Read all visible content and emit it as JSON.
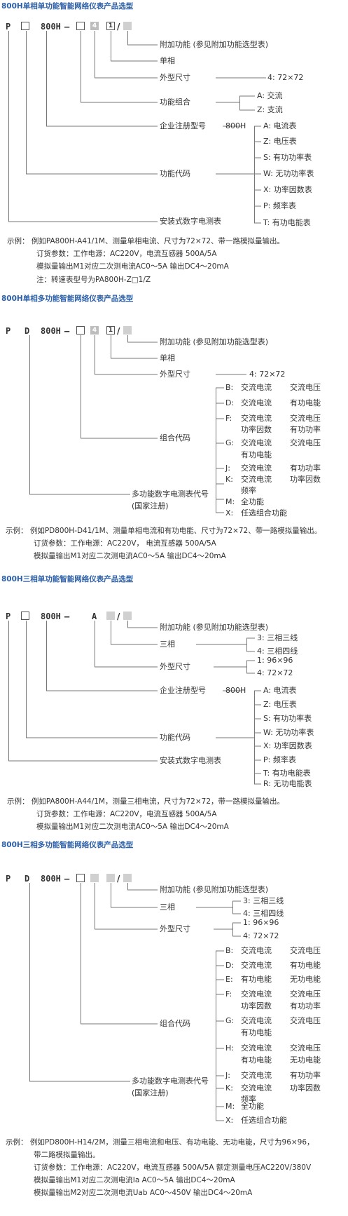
{
  "s1": {
    "title": "800H单相单功能智能网络仪表产品选型",
    "p": "P",
    "model": "800H",
    "dash": "—",
    "box3": "4",
    "box4": "1",
    "slash": "/",
    "labels": {
      "additional": "附加功能 (参见附加功能选型表)",
      "phase": "单相",
      "size": "外型尺寸",
      "func_combo": "功能组合",
      "reg_model": "企业注册型号",
      "reg_value": "800H",
      "func_code": "功能代码",
      "install": "安装式数字电测表"
    },
    "size_value": "4: 72×72",
    "combo_options": [
      "A: 交流",
      "Z: 支流"
    ],
    "code_options": [
      "A: 电流表",
      "Z: 电压表",
      "S: 有功功率表",
      "W: 无功功率表",
      "X: 功率因数表",
      "P: 频率表",
      "T: 有功电能表"
    ],
    "example": [
      "示例： 例如PA800H-A41/1M、测量单相电流、尺寸为72×72、带一路模拟量输出。",
      "订货参数：工作电源：AC220V，电流互感器  500A/5A",
      "模拟量输出M1对应二次测电流AC0～5A 输出DC4～20mA",
      "注：转速表型号为PA800H-Z□1/Z"
    ]
  },
  "s2": {
    "title": "800H单相多功能智能网络仪表产品选型",
    "p": "P",
    "d": "D",
    "model": "800H",
    "dash": "—",
    "box3": "4",
    "box4": "1",
    "slash": "/",
    "labels": {
      "additional": "附加功能 (参见附加功能选型表)",
      "phase": "单相",
      "size": "外型尺寸",
      "combo_code": "组合代码",
      "meter_code": "多功能数字电测表代号",
      "national": "(国家注册)"
    },
    "size_value": "4: 72×72",
    "combo_options": [
      [
        "B:",
        "交流电流",
        "交流电压"
      ],
      [
        "D:",
        "交流电流",
        "有功电能"
      ],
      [
        "F:",
        "交流电流",
        "交流电压"
      ],
      [
        "",
        "功率因数",
        "有功功率"
      ],
      [
        "G:",
        "交流电流",
        "交流电压"
      ],
      [
        "",
        "有功电能",
        ""
      ],
      [
        "J:",
        "交流电流",
        "有功功率"
      ],
      [
        "K:",
        "交流电流",
        "功率因数"
      ],
      [
        "",
        "频率",
        ""
      ],
      [
        "M:",
        "全功能",
        ""
      ],
      [
        "X:",
        "任选组合功能",
        ""
      ]
    ],
    "example": [
      "示例： 例如PD800H-D41/1M、测量单相电流和有功电能、尺寸为72×72、带一路模拟量输出。",
      "订货参数：工作电源：AC220V，       电流互感器 500A/5A",
      "模拟量输出M1对应二次测电流AC0～5A 输出DC4～20mA"
    ]
  },
  "s3": {
    "title": "800H三相单功能智能网络仪表产品选型",
    "p": "P",
    "model": "800H",
    "dash": "—",
    "a": "A",
    "slash": "/",
    "labels": {
      "additional": "附加功能 (参见附加功能选型表)",
      "phase": "三相",
      "size": "外型尺寸",
      "reg_model": "企业注册型号",
      "reg_value": "800H",
      "func_code": "功能代码",
      "install": "安装式数字电测表"
    },
    "phase_options": [
      "3:  三相三线",
      "4:  三相四线"
    ],
    "size_options": [
      "1:  96×96",
      "4:  72×72"
    ],
    "code_options": [
      "A: 电流表",
      "Z: 电压表",
      "S: 有功功率表",
      "W: 无功功率表",
      "X: 功率因数表",
      "P: 频率表",
      "T: 有功电能表",
      "R: 无功电能表"
    ],
    "example": [
      "示例： 例如PA800H-A44/1M，测量三相电流，尺寸为72×72，带一路模拟量输出。",
      "订货参数：工作电源：AC220V，电流互感器 500A/5A",
      "模拟量输出M1对应二次测电流AC0～5A 输出DC4～20mA"
    ]
  },
  "s4": {
    "title": "800H三相多功能智能网络仪表产品选型",
    "p": "P",
    "d": "D",
    "model": "800H",
    "dash": "—",
    "slash": "/",
    "labels": {
      "additional": "附加功能 (参见附加功能选型表)",
      "phase": "三相",
      "size": "外型尺寸",
      "combo_code": "组合代码",
      "meter_code": "多功能数字电测表代号",
      "national": "(国家注册)"
    },
    "phase_options": [
      "3: 三相三线",
      "4: 三相四线"
    ],
    "size_options": [
      "1: 96×96",
      "4: 72×72"
    ],
    "combo_options": [
      [
        "B:",
        "交流电流",
        "交流电压"
      ],
      [
        "D:",
        "交流电流",
        "有功电能"
      ],
      [
        "E:",
        "有功电能",
        "无功电能"
      ],
      [
        "F:",
        "交流电流",
        "交流电压"
      ],
      [
        "",
        "功率因数",
        "有功功率"
      ],
      [
        "G:",
        "交流电流",
        "交流电压"
      ],
      [
        "",
        "有功电能",
        ""
      ],
      [
        "H:",
        "交流电流",
        "交流电压"
      ],
      [
        "",
        "有功电能",
        "无功电能"
      ],
      [
        "J:",
        "交流电流",
        "有功功率"
      ],
      [
        "K:",
        "交流电流",
        "功率因数"
      ],
      [
        "",
        "频率",
        ""
      ],
      [
        "M:",
        "全功能",
        ""
      ],
      [
        "X:",
        "任选组合功能",
        ""
      ]
    ],
    "example": [
      "示例： 例如PD800H-H14/2M，测量三相电流和电压、有功电能、无功电能，尺寸为96×96，",
      "带二路模拟量输出。",
      "订货参数：工作电源：AC220V，电流互感器 500A/5A   额定测量电压AC220V/380V",
      "模拟量输出M1对应二次测电流Ia AC0～5A 输出DC4～20mA",
      "模拟量输出M2对应二次测电流Uab AC0～450V 输出DC4～20mA"
    ]
  }
}
